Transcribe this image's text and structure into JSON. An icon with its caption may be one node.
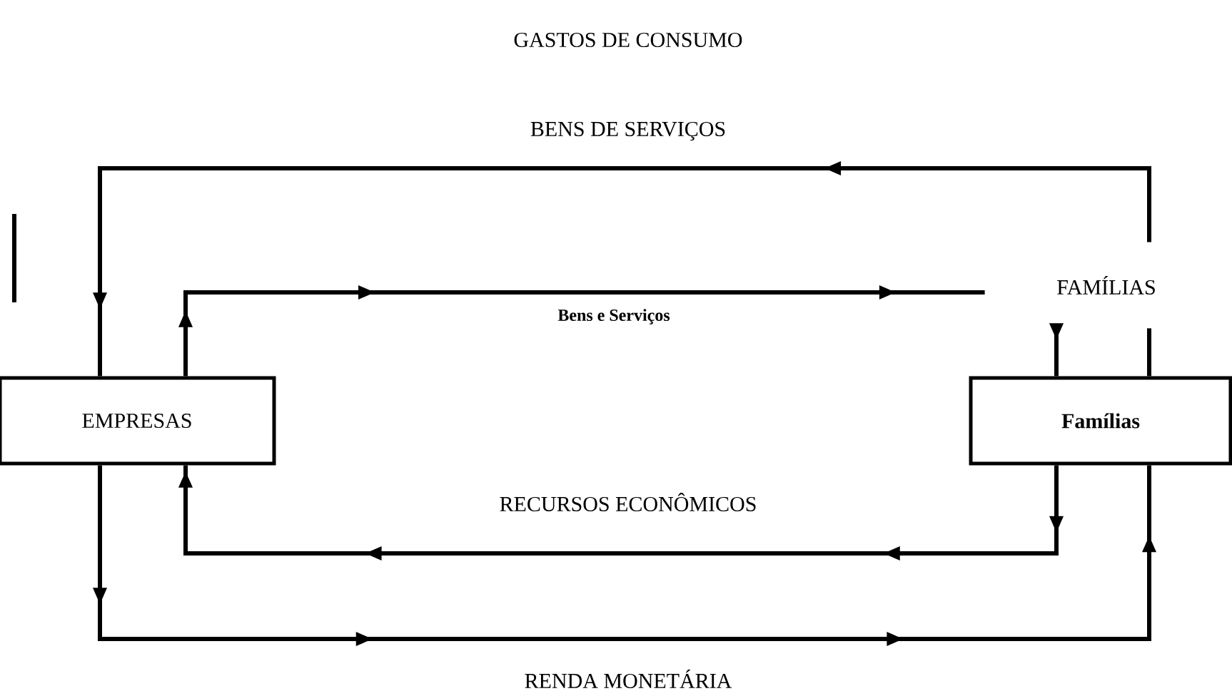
{
  "diagram": {
    "title": "GASTOS DE CONSUMO",
    "nodes": [
      {
        "text": [
          "EMPRESAS"
        ]
      },
      {
        "text": [
          "Famílias"
        ]
      },
      {
        "text": [
          "FAMÍLIAS"
        ]
      }
    ],
    "edges": [
      {
        "from": 2,
        "to": 0,
        "arrow": "to",
        "label": "BENS DE SERVIÇOS"
      },
      {
        "from": 1,
        "to": 2,
        "arrow": "none"
      },
      {
        "from": 0,
        "to": 2,
        "arrow": "to",
        "label": "Bens e Serviços"
      },
      {
        "from": 2,
        "to": 1,
        "arrow": "to"
      },
      {
        "from": 1,
        "to": 0,
        "arrow": "to",
        "label": "RECURSOS ECONÔMICOS"
      },
      {
        "from": 0,
        "to": 1,
        "arrow": "to",
        "label": "RENDA MONETÁRIA"
      }
    ]
  }
}
